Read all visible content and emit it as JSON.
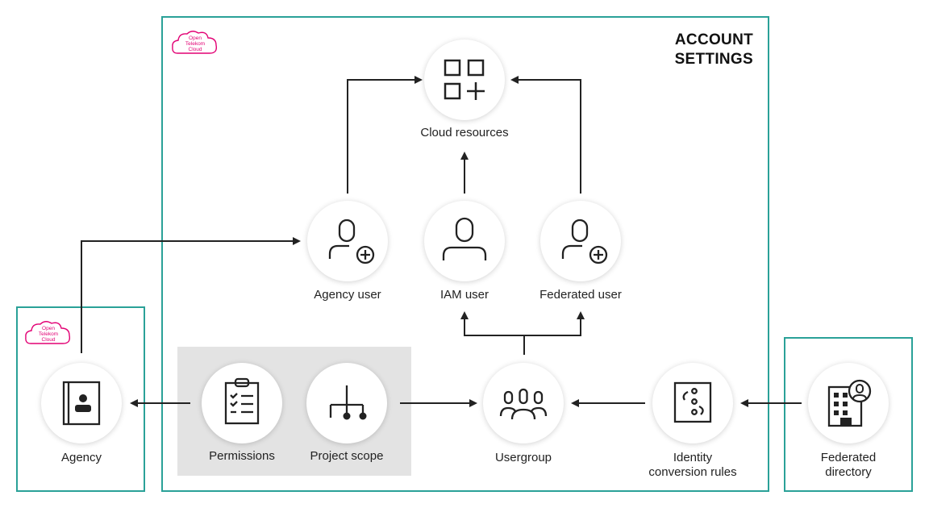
{
  "header": {
    "title_line1": "ACCOUNT",
    "title_line2": "SETTINGS"
  },
  "brand": {
    "line1": "Open",
    "line2": "Telekom",
    "line3": "Cloud",
    "color": "#e20074"
  },
  "nodes": {
    "cloud_resources": {
      "label": "Cloud resources",
      "icon": "grid-plus-icon"
    },
    "agency_user": {
      "label": "Agency user",
      "icon": "user-plus-icon"
    },
    "iam_user": {
      "label": "IAM user",
      "icon": "user-icon"
    },
    "federated_user": {
      "label": "Federated user",
      "icon": "user-plus-icon"
    },
    "agency": {
      "label": "Agency",
      "icon": "contact-book-icon"
    },
    "permissions": {
      "label": "Permissions",
      "icon": "clipboard-checklist-icon"
    },
    "project_scope": {
      "label": "Project scope",
      "icon": "hierarchy-icon"
    },
    "usergroup": {
      "label": "Usergroup",
      "icon": "user-group-icon"
    },
    "identity_conversion_rules": {
      "label_line1": "Identity",
      "label_line2": "conversion rules",
      "icon": "conversion-rules-icon"
    },
    "federated_directory": {
      "label_line1": "Federated",
      "label_line2": "directory",
      "icon": "building-user-icon"
    }
  },
  "colors": {
    "frame": "#2aa198",
    "panel": "#e3e3e3",
    "line": "#222222"
  }
}
